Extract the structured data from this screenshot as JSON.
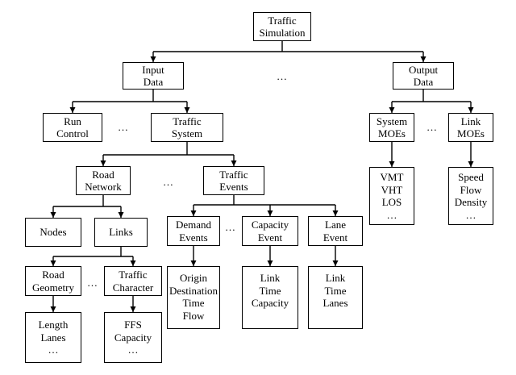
{
  "nodes": {
    "traffic_simulation": [
      "Traffic",
      "Simulation"
    ],
    "input_data": [
      "Input",
      "Data"
    ],
    "output_data": [
      "Output",
      "Data"
    ],
    "run_control": [
      "Run",
      "Control"
    ],
    "traffic_system": [
      "Traffic",
      "System"
    ],
    "system_moes": [
      "System",
      "MOEs"
    ],
    "link_moes": [
      "Link",
      "MOEs"
    ],
    "system_moes_detail": [
      "VMT",
      "VHT",
      "LOS",
      "…"
    ],
    "link_moes_detail": [
      "Speed",
      "Flow",
      "Density",
      "…"
    ],
    "road_network": [
      "Road",
      "Network"
    ],
    "traffic_events": [
      "Traffic",
      "Events"
    ],
    "nodes": [
      "Nodes"
    ],
    "links": [
      "Links"
    ],
    "demand_events": [
      "Demand",
      "Events"
    ],
    "capacity_event": [
      "Capacity",
      "Event"
    ],
    "lane_event": [
      "Lane",
      "Event"
    ],
    "road_geometry": [
      "Road",
      "Geometry"
    ],
    "traffic_character": [
      "Traffic",
      "Character"
    ],
    "demand_detail": [
      "Origin",
      "Destination",
      "Time",
      "Flow"
    ],
    "capacity_detail": [
      "Link",
      "Time",
      "Capacity"
    ],
    "lane_detail": [
      "Link",
      "Time",
      "Lanes"
    ],
    "geometry_detail": [
      "Length",
      "Lanes",
      "…"
    ],
    "character_detail": [
      "FFS",
      "Capacity",
      "…"
    ]
  },
  "ellipsis": "…"
}
